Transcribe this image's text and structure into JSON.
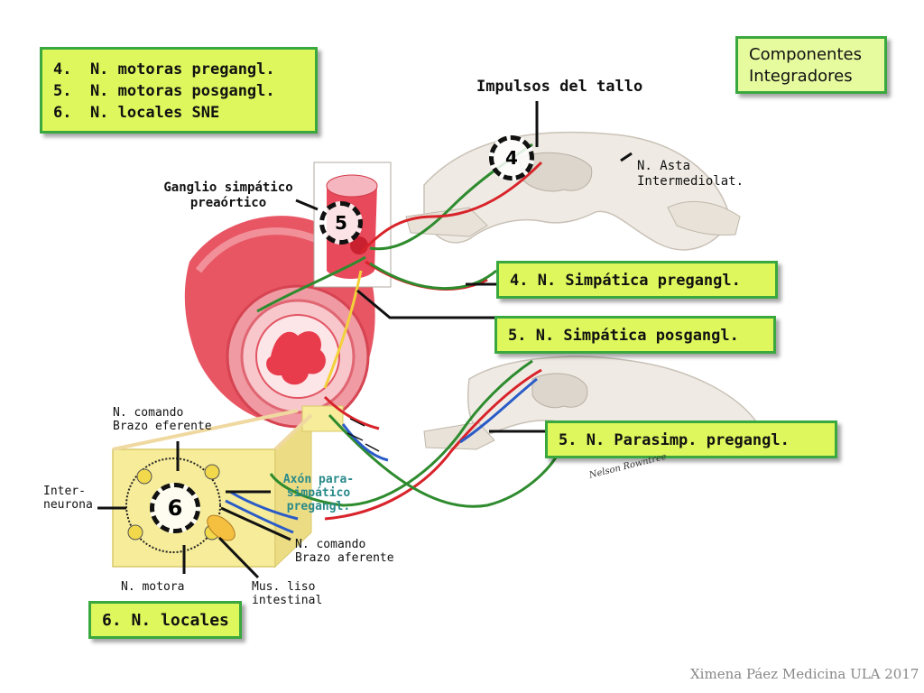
{
  "top_left_box": {
    "lines": [
      "4.  N. motoras pregangl.",
      "5.  N. motoras posgangl.",
      "6.  N. locales SNE"
    ]
  },
  "top_right_box": {
    "lines": [
      "Componentes",
      "Integradores"
    ]
  },
  "impulsos": "Impulsos del tallo",
  "asta": [
    "N. Asta",
    "Intermediolat."
  ],
  "ganglio": [
    "Ganglio simpático",
    "preaórtico"
  ],
  "markers": {
    "m4": "4",
    "m5": "5",
    "m6": "6"
  },
  "simp_pre": "4. N. Simpática pregangl.",
  "simp_pos": "5. N. Simpática posgangl.",
  "parasimp": "5. N. Parasimp. pregangl.",
  "comando_eferente": [
    "N. comando",
    "Brazo eferente"
  ],
  "inter_neurona": [
    "Inter-",
    "neurona"
  ],
  "axon": [
    "Axón para-",
    "simpático",
    "pregangl."
  ],
  "comando_aferente": [
    "N. comando",
    "Brazo aferente"
  ],
  "motora": "N. motora",
  "musculo": [
    "Mus. liso",
    "intestinal"
  ],
  "locales": "6. N. locales",
  "signature": "Nelson Rowntree",
  "footer": "Ximena Páez Medicina ULA 2017",
  "colors": {
    "box_fill": "#ddf75c",
    "box_border": "#3aa83f",
    "gut_red": "#e8414f",
    "nerve_green": "#2e8b2e",
    "nerve_red": "#d8232a",
    "nerve_blue": "#2a5bc7",
    "axon_label": "#2a8a8a"
  }
}
